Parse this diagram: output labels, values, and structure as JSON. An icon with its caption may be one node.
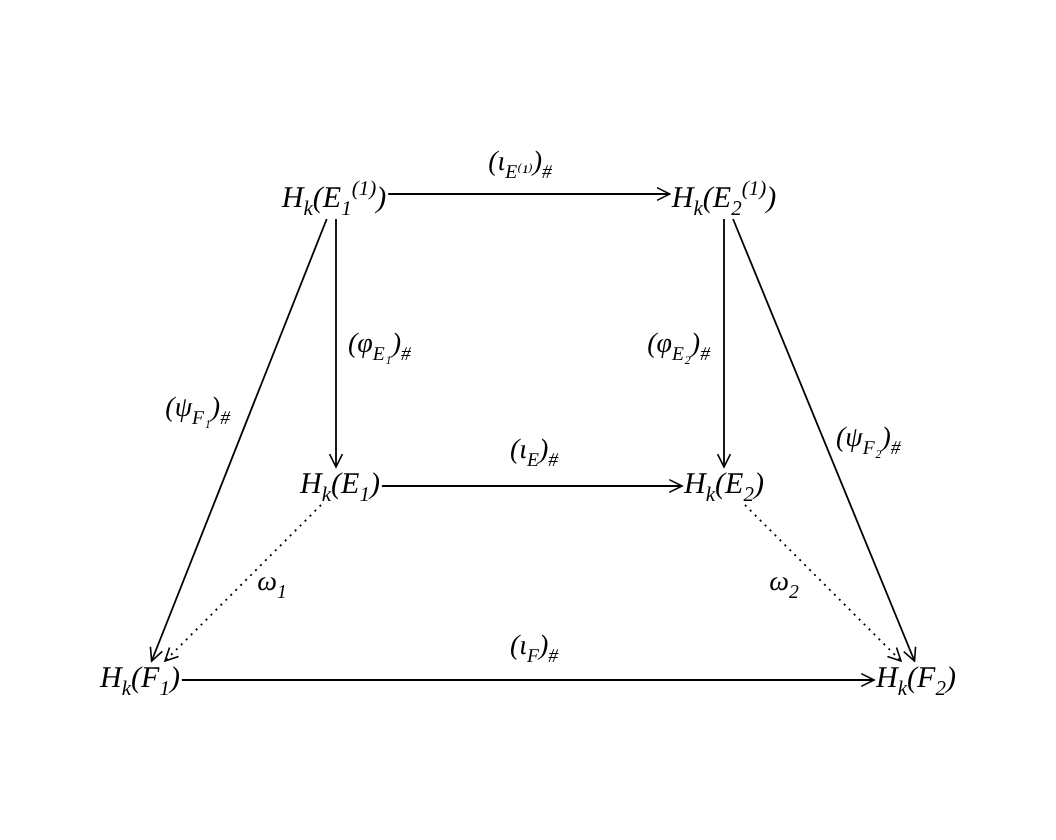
{
  "diagram": {
    "nodes": [
      {
        "text": [
          "H$_{k}$(E$_{1}$$^{(1)}$)"
        ]
      },
      {
        "text": [
          "H$_{k}$(E$_{2}$$^{(1)}$)"
        ]
      },
      {
        "text": [
          "H$_{k}$(E$_{1}$)"
        ]
      },
      {
        "text": [
          "H$_{k}$(E$_{2}$)"
        ]
      },
      {
        "text": [
          "H$_{k}$(F$_{1}$)"
        ]
      },
      {
        "text": [
          "H$_{k}$(F$_{2}$)"
        ]
      }
    ],
    "edges": [
      {
        "from": 0,
        "to": 1,
        "arrow": "to",
        "label": "(ι$_{E⁽¹⁾}$)$_{#}$"
      },
      {
        "from": 0,
        "to": 2,
        "arrow": "to",
        "label": "(φ$_{E₁}$)$_{#}$"
      },
      {
        "from": 1,
        "to": 3,
        "arrow": "to",
        "label": "(φ$_{E₂}$)$_{#}$"
      },
      {
        "from": 0,
        "to": 4,
        "arrow": "to",
        "label": "(ψ$_{F₁}$)$_{#}$"
      },
      {
        "from": 1,
        "to": 5,
        "arrow": "to",
        "label": "(ψ$_{F₂}$)$_{#}$"
      },
      {
        "from": 2,
        "to": 3,
        "arrow": "to",
        "label": "(ι$_{E}$)$_{#}$"
      },
      {
        "from": 2,
        "to": 4,
        "arrow": "to",
        "label": "ω$_{1}$",
        "style": "dashed"
      },
      {
        "from": 3,
        "to": 5,
        "arrow": "to",
        "label": "ω$_{2}$",
        "style": "dashed"
      },
      {
        "from": 4,
        "to": 5,
        "arrow": "to",
        "label": "(ι$_{F}$)$_{#}$"
      }
    ]
  }
}
